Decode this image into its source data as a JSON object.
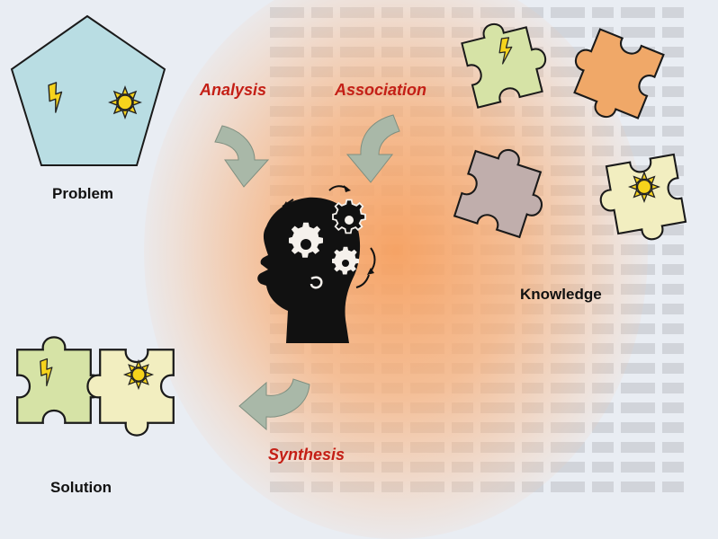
{
  "labels": {
    "problem": "Problem",
    "analysis": "Analysis",
    "association": "Association",
    "knowledge": "Knowledge",
    "synthesis": "Synthesis",
    "solution": "Solution"
  },
  "colors": {
    "problem_fill": "#b9dde3",
    "piece_green": "#d6e3a6",
    "piece_orange": "#f0a868",
    "piece_mauve": "#c0aeac",
    "piece_cream": "#f2eec0",
    "arrow": "#a9b8a8",
    "label_red": "#c41f16",
    "head": "#111111"
  },
  "icons": {
    "lightning": "lightning-icon",
    "sun": "sun-icon",
    "head_gears": "head-gears-icon"
  }
}
